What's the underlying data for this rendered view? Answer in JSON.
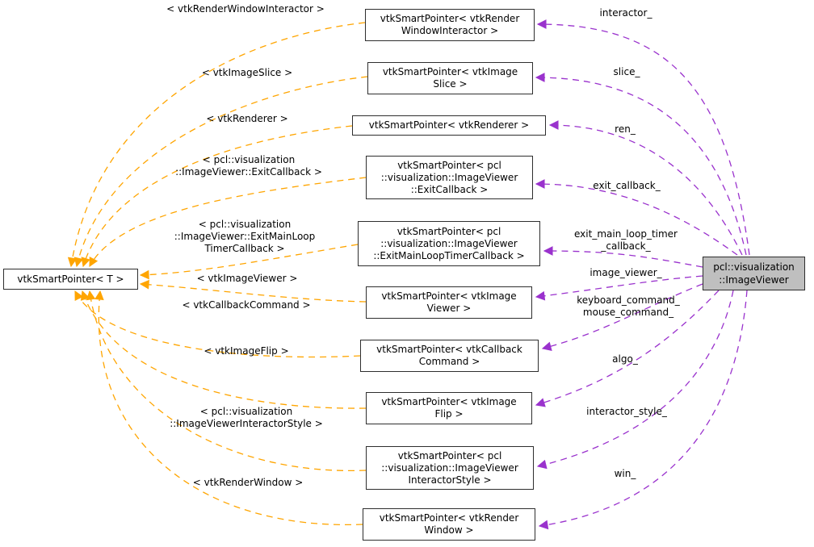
{
  "colors": {
    "template_edge": "#ffa500",
    "member_edge": "#9a32cd",
    "node_fill": "#ffffff",
    "main_node_fill": "#bfbfbf",
    "node_border": "#2e2e2e"
  },
  "nodes": {
    "pointer_t": {
      "label": "vtkSmartPointer< T >"
    },
    "main": {
      "label": "pcl::visualization\n::ImageViewer"
    },
    "instances": [
      {
        "label": "vtkSmartPointer< vtkRender\nWindowInteractor >"
      },
      {
        "label": "vtkSmartPointer< vtkImage\nSlice >"
      },
      {
        "label": "vtkSmartPointer< vtkRenderer >"
      },
      {
        "label": "vtkSmartPointer< pcl\n::visualization::ImageViewer\n::ExitCallback >"
      },
      {
        "label": "vtkSmartPointer< pcl\n::visualization::ImageViewer\n::ExitMainLoopTimerCallback >"
      },
      {
        "label": "vtkSmartPointer< vtkImage\nViewer >"
      },
      {
        "label": "vtkSmartPointer< vtkCallback\nCommand >"
      },
      {
        "label": "vtkSmartPointer< vtkImage\nFlip >"
      },
      {
        "label": "vtkSmartPointer< pcl\n::visualization::ImageViewer\nInteractorStyle >"
      },
      {
        "label": "vtkSmartPointer< vtkRender\nWindow >"
      }
    ]
  },
  "template_labels": [
    "< vtkRenderWindowInteractor >",
    "< vtkImageSlice >",
    "< vtkRenderer >",
    "< pcl::visualization\n::ImageViewer::ExitCallback >",
    "< pcl::visualization\n::ImageViewer::ExitMainLoop\nTimerCallback >",
    "< vtkImageViewer >",
    "< vtkCallbackCommand >",
    "< vtkImageFlip >",
    "< pcl::visualization\n::ImageViewerInteractorStyle >",
    "< vtkRenderWindow >"
  ],
  "member_labels": [
    "interactor_",
    "slice_",
    "ren_",
    "exit_callback_",
    "exit_main_loop_timer\n_callback_",
    "image_viewer_",
    "keyboard_command_\nmouse_command_",
    "algo_",
    "interactor_style_",
    "win_"
  ]
}
